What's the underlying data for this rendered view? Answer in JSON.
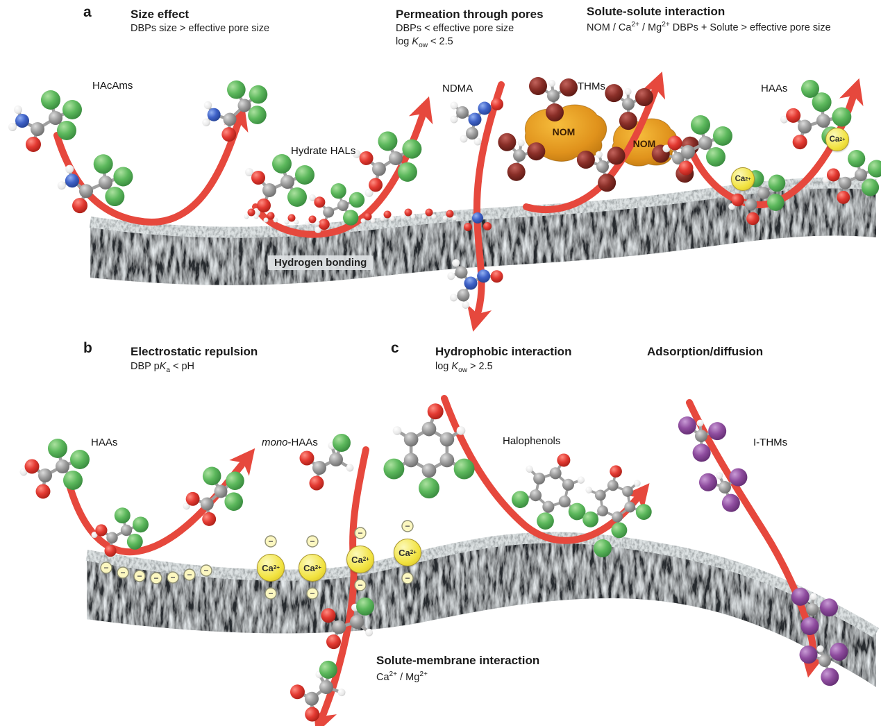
{
  "panel_a": {
    "label": "a",
    "size_effect": {
      "title": "Size effect",
      "line1": "DBPs size > effective pore size"
    },
    "permeation": {
      "title": "Permeation through pores",
      "line1": "DBPs < effective pore size",
      "line2": "log <i>K</i><sub>ow</sub> &lt; 2.5"
    },
    "solute_solute": {
      "title": "Solute-solute interaction",
      "line1": "NOM / Ca<sup>2+</sup> / Mg<sup>2+</sup> DBPs + Solute &gt; effective pore size"
    },
    "labels": {
      "hacams": "HAcAms",
      "hydrate_hals": "Hydrate HALs",
      "ndma": "NDMA",
      "thms": "THMs",
      "haas": "HAAs"
    },
    "membrane_annotation": "Hydrogen bonding",
    "nom": "NOM"
  },
  "panel_b": {
    "label": "b",
    "electrostatic": {
      "title": "Electrostatic repulsion",
      "line1": "DBP p<i>K</i><sub>a</sub> &lt; pH"
    },
    "labels": {
      "haas": "HAAs",
      "mono_haas": "<i>mono</i>-HAAs"
    },
    "solute_membrane": {
      "title": "Solute-membrane interaction",
      "line1": "Ca<sup>2+</sup> / Mg<sup>2+</sup>"
    }
  },
  "panel_c": {
    "label": "c",
    "hydrophobic": {
      "title": "Hydrophobic interaction",
      "line1": "log <i>K</i><sub>ow</sub> &gt; 2.5"
    },
    "adsorption": {
      "title": "Adsorption/diffusion"
    },
    "labels": {
      "halophenols": "Halophenols",
      "i_thms": "I-THMs"
    }
  },
  "ions": {
    "ca": "Ca<sup>2+</sup>",
    "negative": "−"
  },
  "colors": {
    "arrow": "#e6483d",
    "chlorine_green": "#5cb85c",
    "oxygen_red": "#e33a32",
    "carbon_gray": "#9e9e9e",
    "nitrogen_blue": "#3f62c8",
    "bromine_maroon": "#8a2f28",
    "iodine_purple": "#8f4d9f",
    "calcium_yellow": "#f1e23e",
    "nom_orange": "#e0921c",
    "membrane_dark": "#272c2e",
    "membrane_light": "#dde2e3"
  }
}
